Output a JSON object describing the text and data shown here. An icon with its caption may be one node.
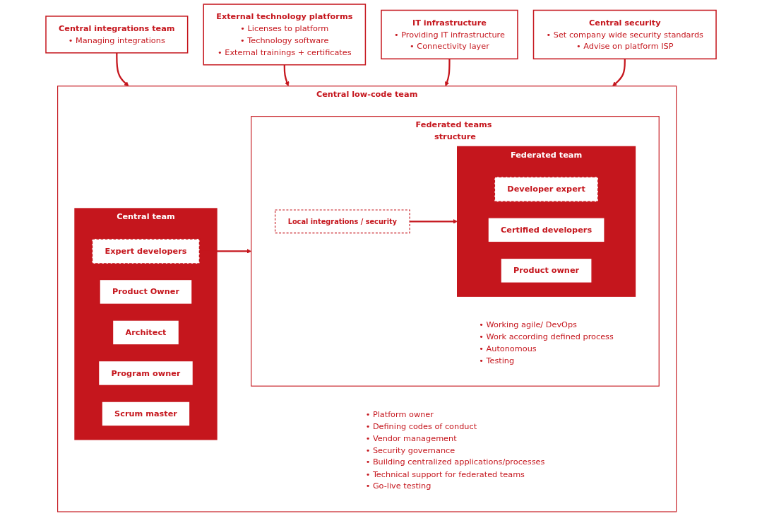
{
  "diagram": {
    "nodes": [
      {
        "text": [
          "Central integrations team",
          "• Managing integrations"
        ]
      },
      {
        "text": [
          "External technology platforms",
          "• Licenses to platform",
          "• Technology software",
          "• External trainings + certificates"
        ]
      },
      {
        "text": [
          "IT infrastructure",
          "• Providing IT infrastructure",
          "• Connectivity layer"
        ]
      },
      {
        "text": [
          "Central security",
          "• Set company wide security standards",
          "• Advise on platform ISP"
        ]
      },
      {
        "text": [
          "Central low-code team",
          "• Platform owner",
          "• Defining codes of conduct",
          "• Vendor management",
          "• Security governance",
          "• Building centralized applications/processes",
          "• Technical support for federated teams",
          "• Go-live testing"
        ]
      },
      {
        "text": [
          "Central team"
        ],
        "in": 4
      },
      {
        "text": [
          "Product Owner"
        ],
        "in": 5
      },
      {
        "text": [
          "Expert developers"
        ],
        "in": 5
      },
      {
        "text": [
          "Architect"
        ],
        "in": 5
      },
      {
        "text": [
          "Program owner"
        ],
        "in": 5
      },
      {
        "text": [
          "Scrum master"
        ],
        "in": 5
      },
      {
        "text": [
          "Federated teams structure",
          "• Working agile/ DevOps",
          "• Work according defined process",
          "• Autonomous",
          "• Testing"
        ],
        "in": 4
      },
      {
        "text": [
          "Local integrations / security"
        ],
        "in": 11
      },
      {
        "text": [
          "Federated team"
        ],
        "in": 11
      },
      {
        "text": [
          "Developer expert"
        ],
        "in": 13
      },
      {
        "text": [
          "Certified developers"
        ],
        "in": 13
      },
      {
        "text": [
          "Product owner"
        ],
        "in": 13
      }
    ],
    "edges": [
      {
        "from": 0,
        "to": 4,
        "arrow": "to"
      },
      {
        "from": 1,
        "to": 4,
        "arrow": "to"
      },
      {
        "from": 2,
        "to": 4,
        "arrow": "to"
      },
      {
        "from": 3,
        "to": 4,
        "arrow": "to"
      },
      {
        "from": 7,
        "to": 11,
        "arrow": "to"
      },
      {
        "from": 12,
        "to": 13,
        "arrow": "to"
      }
    ]
  }
}
